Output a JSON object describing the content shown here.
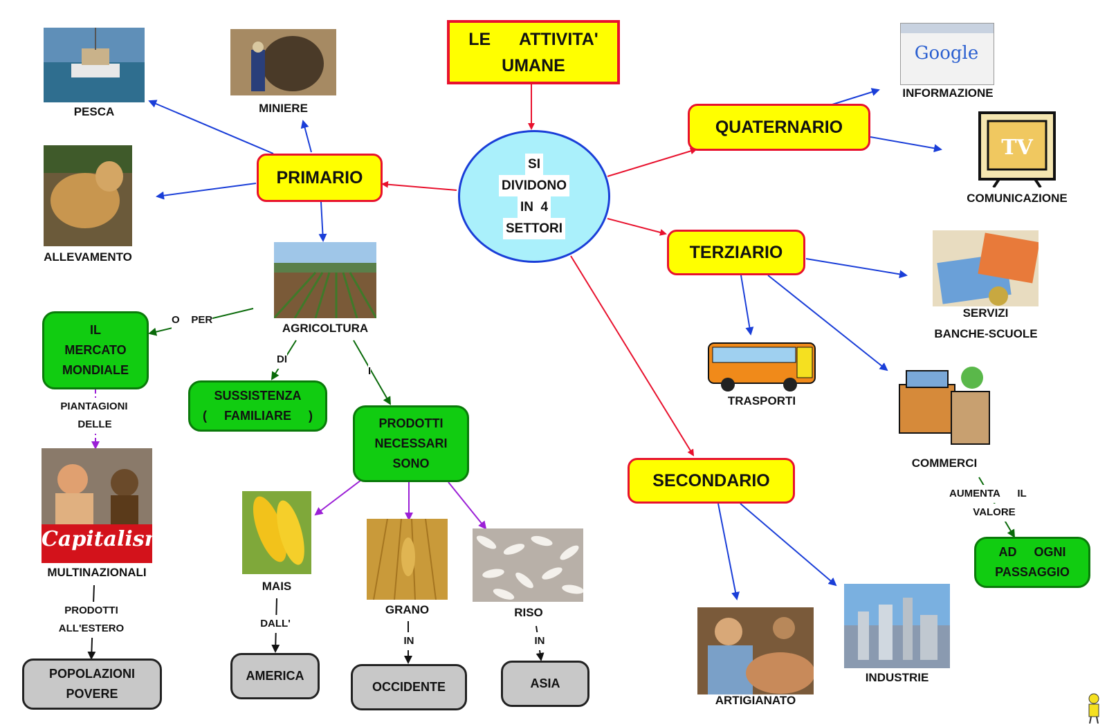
{
  "title": {
    "line1": "LE      ATTIVITA'",
    "line2": "UMANE"
  },
  "center": {
    "line1": "SI",
    "line2": "DIVIDONO",
    "line3": "IN  4",
    "line4": "SETTORI"
  },
  "sectors": {
    "primario": "PRIMARIO",
    "secondario": "SECONDARIO",
    "terziario": "TERZIARIO",
    "quaternario": "QUATERNARIO"
  },
  "labels": {
    "pesca": "PESCA",
    "miniere": "MINIERE",
    "allevamento": "ALLEVAMENTO",
    "agricoltura": "AGRICOLTURA",
    "multinazionali": "MULTINAZIONALI",
    "mais": "MAIS",
    "grano": "GRANO",
    "riso": "RISO",
    "informazione": "INFORMAZIONE",
    "comunicazione": "COMUNICAZIONE",
    "servizi_line1": "SERVIZI",
    "servizi_line2": "BANCHE-SCUOLE",
    "trasporti": "TRASPORTI",
    "commerci": "COMMERCI",
    "artigianato": "ARTIGIANATO",
    "industrie": "INDUSTRIE"
  },
  "green_boxes": {
    "mercato": {
      "line1": "IL",
      "line2": "MERCATO",
      "line3": "MONDIALE"
    },
    "sussistenza": {
      "line1": "SUSSISTENZA",
      "line2": "(     FAMILIARE     )"
    },
    "prodotti": {
      "line1": "PRODOTTI",
      "line2": "NECESSARI",
      "line3": "SONO"
    },
    "ogni": {
      "line1": "AD     OGNI",
      "line2": "PASSAGGIO"
    }
  },
  "gray_boxes": {
    "popolazioni": {
      "line1": "POPOLAZIONI",
      "line2": "POVERE"
    },
    "america": "AMERICA",
    "occidente": "OCCIDENTE",
    "asia": "ASIA"
  },
  "edge_labels": {
    "o_per": "O    PER",
    "di": "DI",
    "i": "I",
    "piantagioni": "PIANTAGIONI",
    "delle": "DELLE",
    "prodotti": "PRODOTTI",
    "all_estero": "ALL'ESTERO",
    "dall": "DALL'",
    "in_grano": "IN",
    "in_riso": "IN",
    "aumenta": "AUMENTA      IL",
    "valore": "VALORE"
  },
  "image_texts": {
    "capitalism_logo": "Capitalism",
    "google_logo": "Google",
    "tv_logo": "TV"
  },
  "colors": {
    "sector_fill": "#ffff00",
    "sector_border": "#e8112d",
    "green_fill": "#11cc11",
    "gray_fill": "#c8c8c8",
    "center_fill": "#aaf0fb",
    "arrow_red": "#e8112d",
    "arrow_blue": "#1a3ed8",
    "arrow_green": "#0a6a0a",
    "arrow_purple": "#9b1fd6",
    "arrow_black": "#111111"
  }
}
